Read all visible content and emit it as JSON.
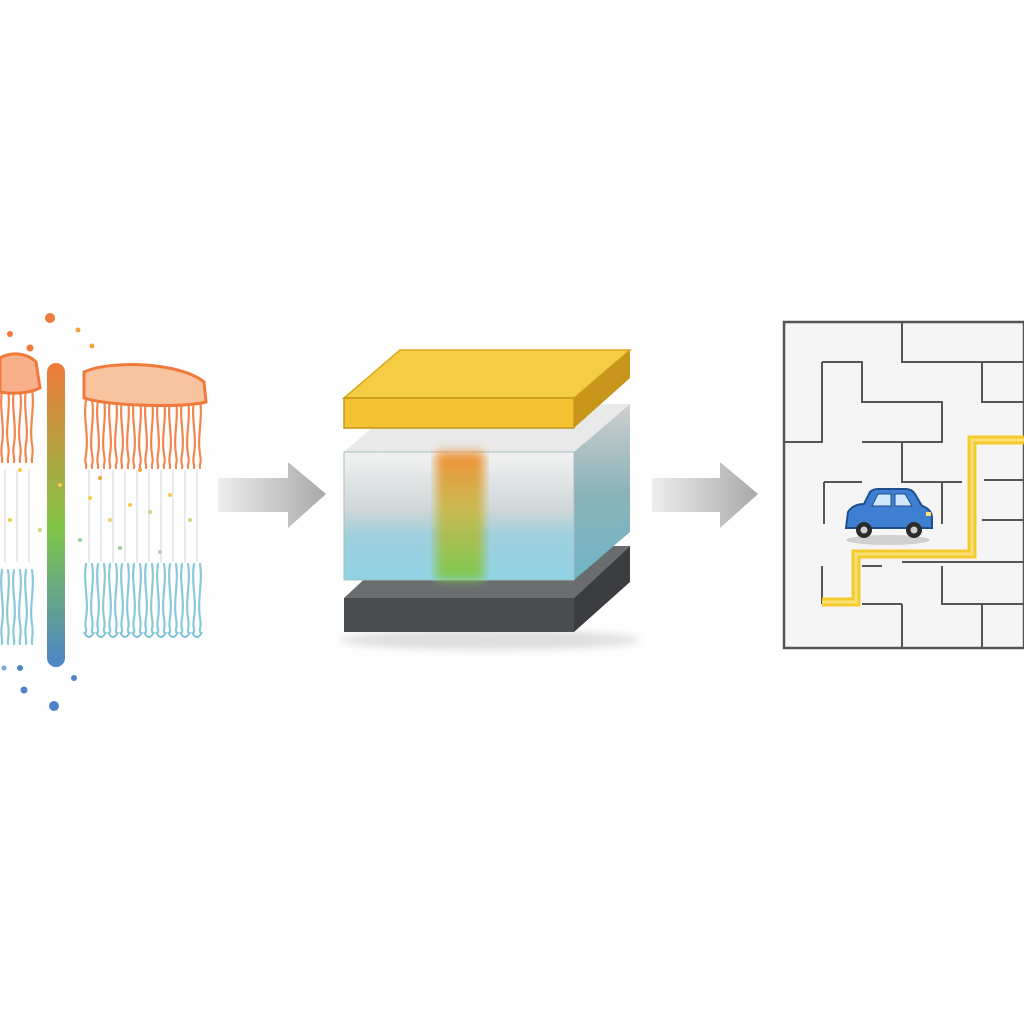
{
  "diagram": {
    "stages": [
      {
        "id": "membrane",
        "icon": "lipid-bilayer-ion-channel-icon"
      },
      {
        "id": "device",
        "icon": "layered-device-stack-icon"
      },
      {
        "id": "maze",
        "icon": "maze-with-car-icon"
      }
    ],
    "arrows": [
      {
        "from": "membrane",
        "to": "device",
        "icon": "arrow-right-icon"
      },
      {
        "from": "device",
        "to": "maze",
        "icon": "arrow-right-icon"
      }
    ],
    "colors": {
      "lipid_head_top": "#f07a3c",
      "lipid_tail_bottom": "#7cc3d8",
      "channel_top": "#f07a3c",
      "channel_mid": "#7fc54a",
      "channel_bottom": "#4d84c9",
      "top_electrode": "#f2c230",
      "middle_layer_top": "#e6e6e6",
      "middle_layer_bottom": "#8fd3e3",
      "current_path_top": "#f08a2a",
      "current_path_bottom": "#79c84a",
      "bottom_electrode": "#4a4d50",
      "arrow": "#b8b8b8",
      "maze_wall": "#555555",
      "maze_background": "#f5f5f5",
      "path": "#f5c518",
      "car_body": "#3f7fd1"
    }
  }
}
